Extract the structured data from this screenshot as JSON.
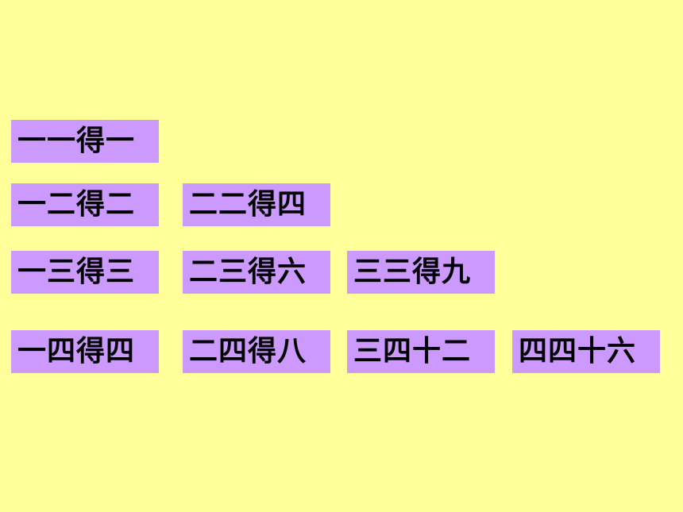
{
  "rows": [
    [
      "一一得一"
    ],
    [
      "一二得二",
      "二二得四"
    ],
    [
      "一三得三",
      "二三得六",
      "三三得九"
    ],
    [
      "一四得四",
      "二四得八",
      "三四十二",
      "四四十六"
    ]
  ],
  "colors": {
    "background": "#ffff99",
    "card": "#cc99ff",
    "text": "#000000"
  }
}
